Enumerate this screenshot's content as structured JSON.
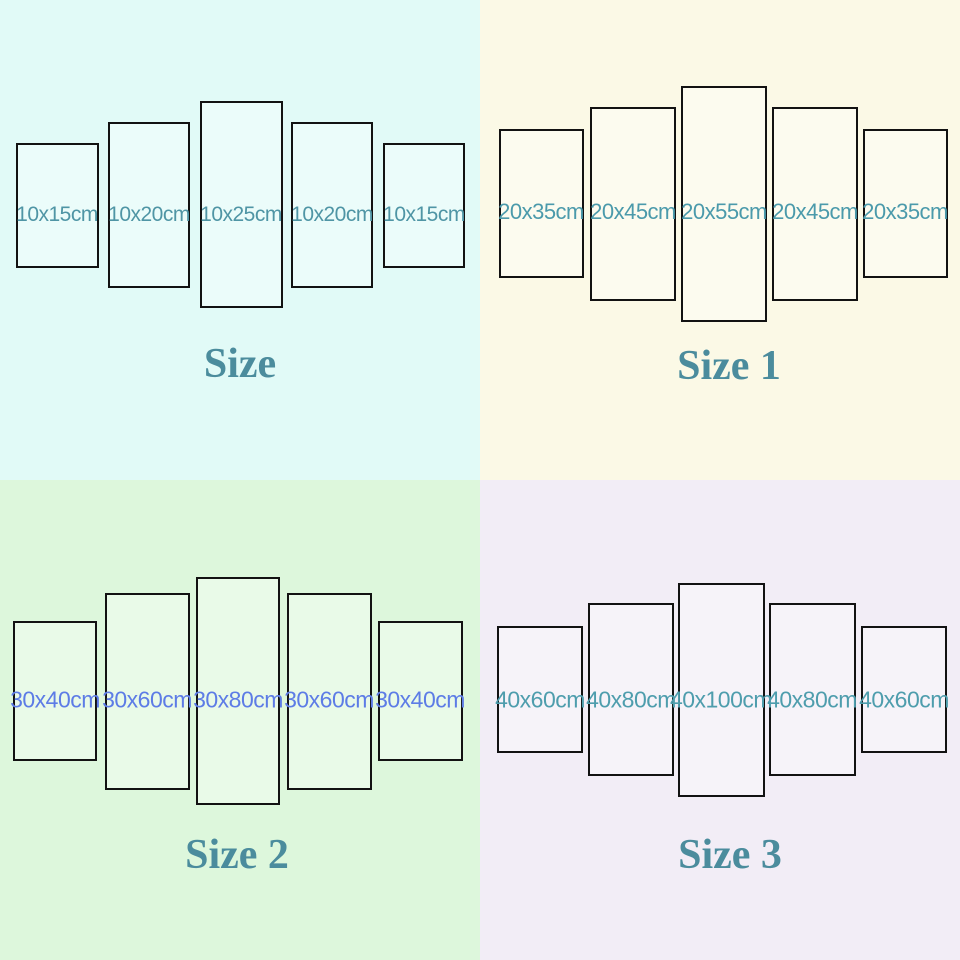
{
  "palette": {
    "quad_bg_top_left": "#e1faf7",
    "quad_bg_top_right": "#fbf9e6",
    "quad_bg_bottom_left": "#ddf7dc",
    "quad_bg_bottom_right": "#f2edf6",
    "panel_border": "#121212",
    "title_color": "#4b8c9d",
    "label_teal": "#4f95a5",
    "label_blue": "#5d7ce6"
  },
  "quadrants": [
    {
      "title": "Size",
      "sizes": [
        "10x15cm",
        "10x20cm",
        "10x25cm",
        "10x20cm",
        "10x15cm"
      ]
    },
    {
      "title": "Size 1",
      "sizes": [
        "20x35cm",
        "20x45cm",
        "20x55cm",
        "20x45cm",
        "20x35cm"
      ]
    },
    {
      "title": "Size 2",
      "sizes": [
        "30x40cm",
        "30x60cm",
        "30x80cm",
        "30x60cm",
        "30x40cm"
      ]
    },
    {
      "title": "Size 3",
      "sizes": [
        "40x60cm",
        "40x80cm",
        "40x100cm",
        "40x80cm",
        "40x60cm"
      ]
    }
  ]
}
